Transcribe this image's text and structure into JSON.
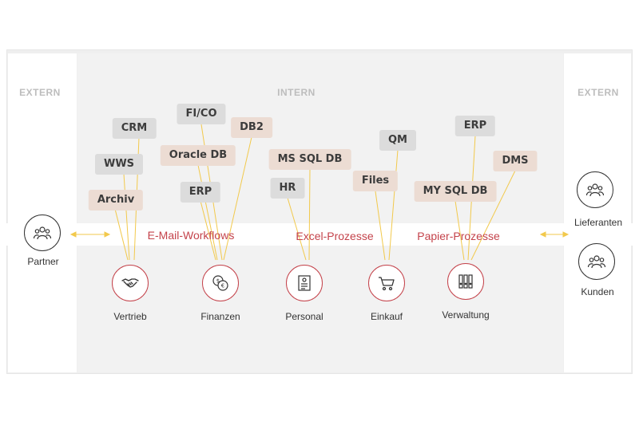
{
  "sections": {
    "left": "EXTERN",
    "center": "INTERN",
    "right": "EXTERN"
  },
  "systems": [
    {
      "label": "CRM",
      "style": "gray"
    },
    {
      "label": "WWS",
      "style": "gray"
    },
    {
      "label": "Archiv",
      "style": "pink"
    },
    {
      "label": "FI/CO",
      "style": "gray"
    },
    {
      "label": "DB2",
      "style": "pink"
    },
    {
      "label": "Oracle DB",
      "style": "pink"
    },
    {
      "label": "ERP",
      "style": "gray"
    },
    {
      "label": "MS SQL DB",
      "style": "pink"
    },
    {
      "label": "HR",
      "style": "gray"
    },
    {
      "label": "QM",
      "style": "gray"
    },
    {
      "label": "Files",
      "style": "pink"
    },
    {
      "label": "ERP",
      "style": "gray"
    },
    {
      "label": "DMS",
      "style": "pink"
    },
    {
      "label": "MY SQL DB",
      "style": "pink"
    }
  ],
  "processes": [
    "E-Mail-Workflows",
    "Excel-Prozesse",
    "Papier-Prozesse"
  ],
  "departments": [
    {
      "label": "Vertrieb",
      "icon": "handshake-icon"
    },
    {
      "label": "Finanzen",
      "icon": "coins-icon"
    },
    {
      "label": "Personal",
      "icon": "document-icon"
    },
    {
      "label": "Einkauf",
      "icon": "cart-icon"
    },
    {
      "label": "Verwaltung",
      "icon": "binders-icon"
    }
  ],
  "externals": [
    {
      "label": "Partner",
      "icon": "group-icon"
    },
    {
      "label": "Lieferanten",
      "icon": "group-icon"
    },
    {
      "label": "Kunden",
      "icon": "group-icon"
    }
  ],
  "colors": {
    "connector": "#f2c94c",
    "accent": "#c4434b",
    "tag_gray": "#dcdcdc",
    "tag_pink": "#ecdcd3"
  }
}
